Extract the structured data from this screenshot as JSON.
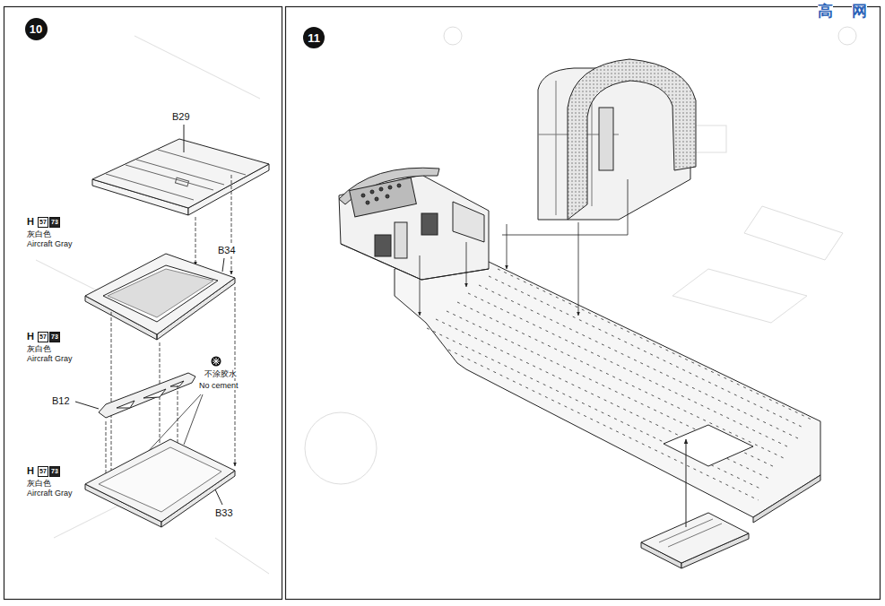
{
  "diagram": {
    "nodes": [
      {
        "text": [
          "10"
        ]
      },
      {
        "text": [
          "11"
        ]
      }
    ],
    "labels": [
      "高",
      "网",
      "B29",
      "H",
      "57",
      "73",
      "灰白色",
      "Aircraft Gray",
      "B34",
      "H",
      "57",
      "73",
      "灰白色",
      "Aircraft Gray",
      "B12",
      "不涂胶水",
      "No cement",
      "H",
      "57",
      "73",
      "灰白色",
      "Aircraft Gray",
      "B33"
    ]
  }
}
